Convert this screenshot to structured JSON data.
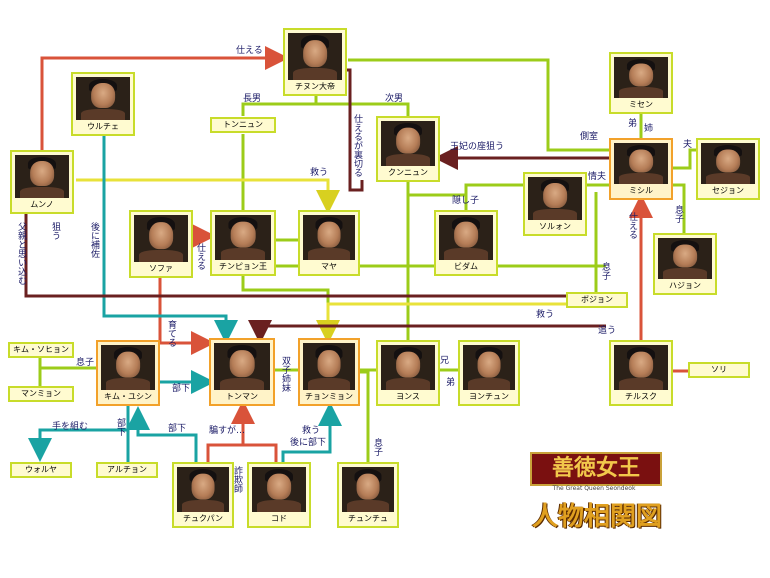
{
  "people": {
    "chinu": "チヌン大帝",
    "urche": "ウルチェ",
    "munno": "ムンノ",
    "tonnyun": "トンニュン",
    "kunnyun": "クンニュン",
    "misen": "ミセン",
    "misil": "ミシル",
    "sejon": "セジョン",
    "sorwon": "ソルォン",
    "bidam": "ビダム",
    "hajon": "ハジョン",
    "sofa": "ソファ",
    "chinpyon": "チンピョン王",
    "maya": "マヤ",
    "bojon": "ボジョン",
    "kimsohyon": "キム・ソヒョン",
    "manmyon": "マンミョン",
    "yusin": "キム・ユシン",
    "tonman": "トンマン",
    "chonmyon": "チョンミョン",
    "yonsu": "ヨンス",
    "yonchun": "ヨンチュン",
    "chirusuku": "チルスク",
    "sori": "ソリ",
    "woruya": "ウォルヤ",
    "aruchon": "アルチョン",
    "chukupan": "チュクパン",
    "kodo": "コド",
    "chunchu": "チュンチュ"
  },
  "labels": {
    "tsukaeru_top": "仕える",
    "chounan": "長男",
    "jinan": "次男",
    "oukisa": "王妃の座狙う",
    "sokushitsu": "側室",
    "otouto": "弟",
    "ane": "姉",
    "otto": "夫",
    "jofu": "情夫",
    "musuko_hajon": "息子",
    "kakushigo": "隠し子",
    "sukuu_maya": "救う",
    "tsukaeru_urag": "仕えるが裏切る",
    "nochi_hosa": "後に補佐",
    "nerau": "狙う",
    "chichioya": "父親と思い込む",
    "tsukaeru_sofa": "仕える",
    "tsukaeru_misil": "仕える",
    "musuko_bojon": "息子",
    "sodateru": "育てる",
    "sukuu_mid": "救う",
    "ou": "追う",
    "musuko_yusin": "息子",
    "buka_yusin": "部下",
    "futago": "双子姉妹",
    "ani": "兄",
    "otouto2": "弟",
    "te_kumu": "手を組む",
    "buka_aru": "部下",
    "buka_chuku": "部下",
    "damasu": "騙すが…",
    "sagishi": "詐欺師",
    "sukuu_chon": "救う",
    "nochi_buka": "後に部下",
    "musuko_chun": "息子"
  },
  "logo": {
    "title": "善徳女王",
    "subtitle": "The Great Queen Seondeok",
    "caption": "人物相関図"
  },
  "colors": {
    "green": "#9ccc1a",
    "red": "#d9533a",
    "teal": "#1aa3a3",
    "maroon": "#6a2020",
    "yellow": "#e8e23a",
    "card_border": "#c8dc2a",
    "highlight_border": "#f2a12a"
  }
}
